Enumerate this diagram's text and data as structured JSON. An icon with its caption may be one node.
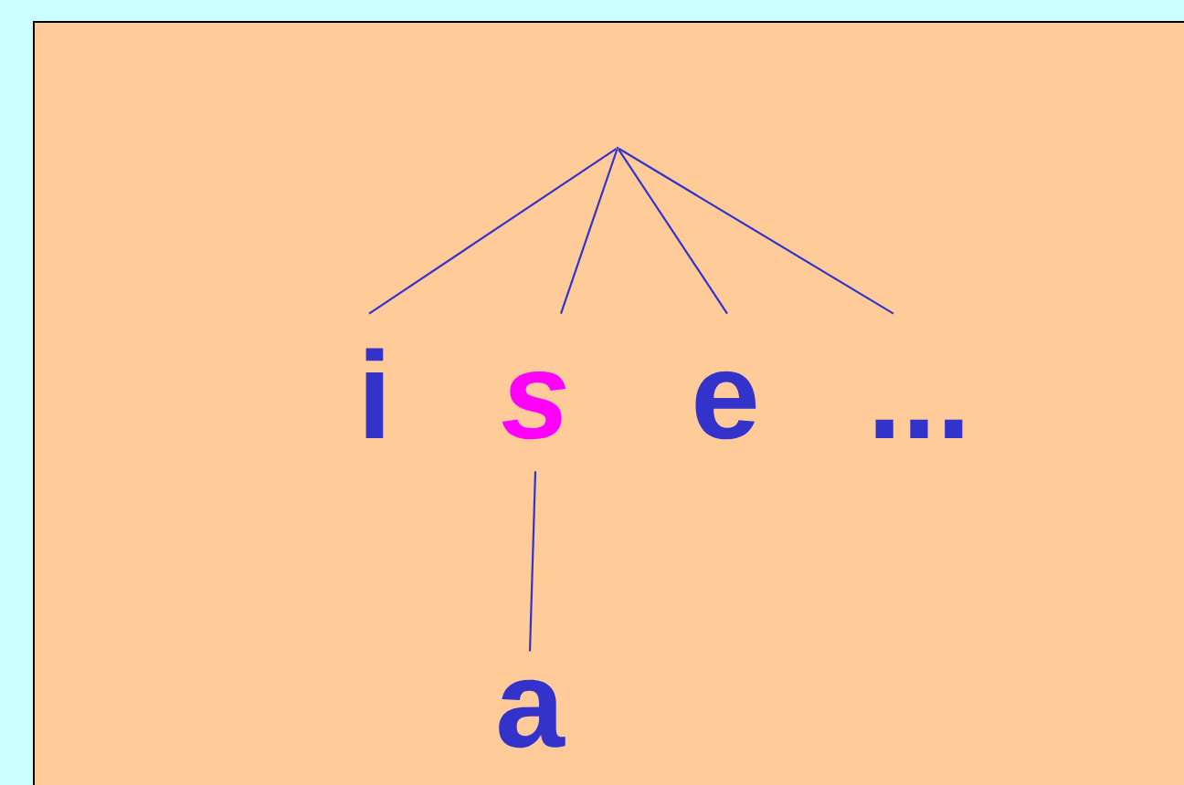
{
  "diagram": {
    "nodes": [
      {
        "text": [],
        "shape": "dot"
      },
      {
        "text": [
          "i"
        ]
      },
      {
        "text": [
          "s"
        ]
      },
      {
        "text": [
          "e"
        ]
      },
      {
        "text": [
          "..."
        ]
      },
      {
        "text": [
          "a"
        ]
      }
    ],
    "edges": [
      {
        "from": 0,
        "to": 1,
        "arrow": "none"
      },
      {
        "from": 0,
        "to": 2,
        "arrow": "none"
      },
      {
        "from": 0,
        "to": 3,
        "arrow": "none"
      },
      {
        "from": 0,
        "to": 4,
        "arrow": "none"
      },
      {
        "from": 2,
        "to": 5,
        "arrow": "none"
      }
    ]
  }
}
